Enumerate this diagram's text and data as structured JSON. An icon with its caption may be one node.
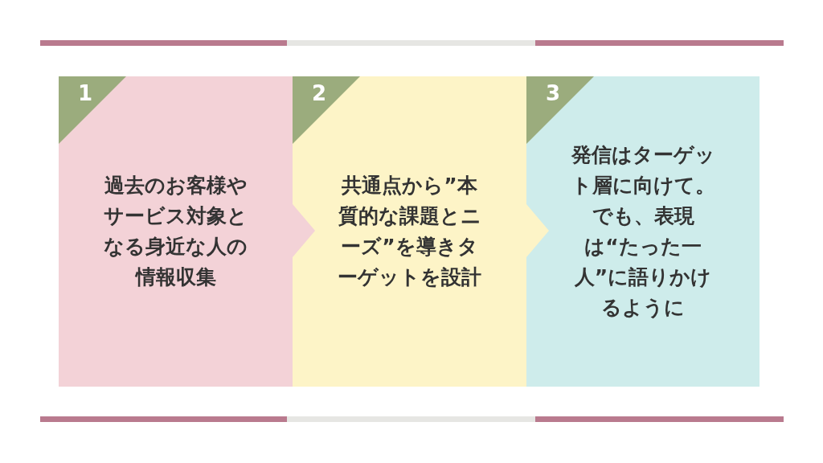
{
  "diagram": {
    "nodes": [
      {
        "text": [
          "1",
          "過去のお客様やサービス対象となる身近な人の情報収集"
        ]
      },
      {
        "text": [
          "2",
          "共通点から”本質的な課題とニーズ”を導きターゲットを設計"
        ]
      },
      {
        "text": [
          "3",
          "発信はターゲット層に向けて。でも、表現は“たった一人”に語りかけるように"
        ]
      }
    ],
    "edges": [
      {
        "from": 0,
        "to": 1,
        "arrow": "to"
      },
      {
        "from": 1,
        "to": 2,
        "arrow": "to"
      }
    ]
  }
}
